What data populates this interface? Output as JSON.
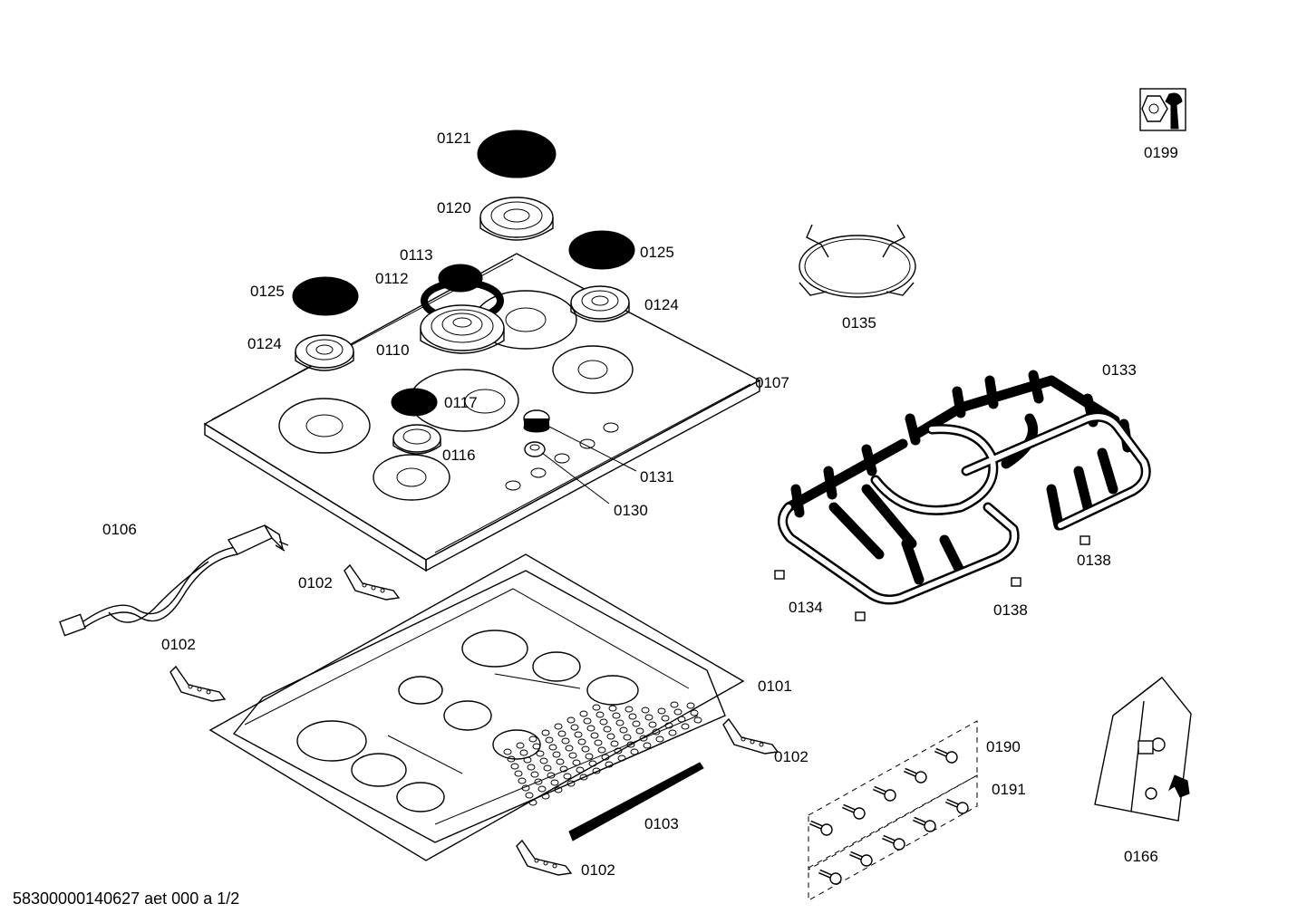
{
  "labels": {
    "p0121": "0121",
    "p0120": "0120",
    "p0125a": "0125",
    "p0125b": "0125",
    "p0113": "0113",
    "p0112": "0112",
    "p0124a": "0124",
    "p0124b": "0124",
    "p0110": "0110",
    "p0117": "0117",
    "p0116": "0116",
    "p0107": "0107",
    "p0131": "0131",
    "p0130": "0130",
    "p0135": "0135",
    "p0133": "0133",
    "p0138a": "0138",
    "p0138b": "0138",
    "p0134": "0134",
    "p0199": "0199",
    "p0106": "0106",
    "p0102a": "0102",
    "p0102b": "0102",
    "p0102c": "0102",
    "p0102d": "0102",
    "p0101": "0101",
    "p0103": "0103",
    "p0190": "0190",
    "p0191": "0191",
    "p0166": "0166"
  },
  "footer": "58300000140627 aet 000 a 1/2",
  "icons": {
    "service": "wrench-nut-icon",
    "kit": "gas-conversion-kit-icon"
  },
  "colors": {
    "ink": "#000000",
    "paper": "#ffffff"
  }
}
